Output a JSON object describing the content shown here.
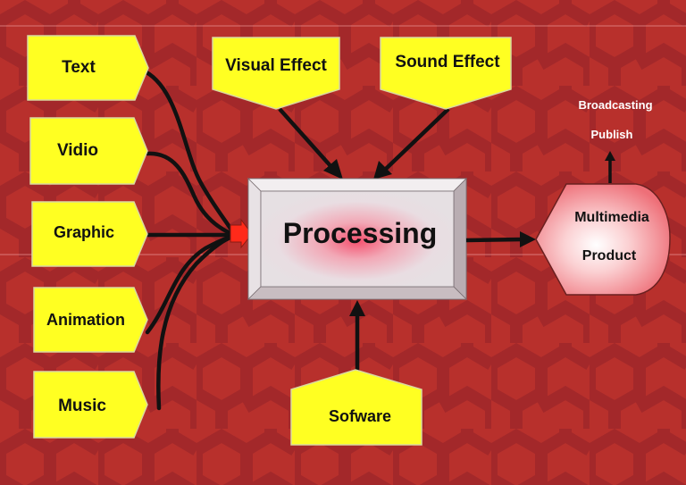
{
  "colors": {
    "background": "#b8302c",
    "pattern": "#a5282a",
    "yellow_box": "#ffff22",
    "connector": "#111111",
    "processing_fill": "#eee3e6",
    "processing_glow": "#f05a74",
    "product_fill": "#f7b8ba",
    "arrow_head_red": "#ff2a1a",
    "white_text": "#ffffff"
  },
  "inputs": {
    "text": "Text",
    "video": "Vidio",
    "graphic": "Graphic",
    "animation": "Animation",
    "music": "Music"
  },
  "effects": {
    "visual": "Visual Effect",
    "sound": "Sound Effect"
  },
  "processing": "Processing",
  "software": "Sofware",
  "product": {
    "line1": "Multimedia",
    "line2": "Product"
  },
  "output": {
    "line1": "Broadcasting",
    "line2": "Publish"
  }
}
